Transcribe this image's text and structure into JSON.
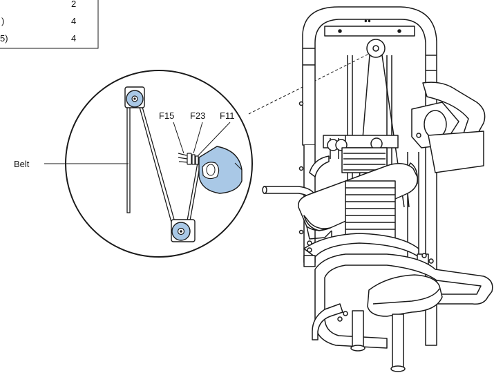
{
  "parts_table": {
    "rows": [
      {
        "name": "",
        "qty": "2"
      },
      {
        "name": ")",
        "qty": "4"
      },
      {
        "name": "5)",
        "qty": "4"
      }
    ]
  },
  "callouts": {
    "belt": "Belt",
    "f15": "F15",
    "f23": "F23",
    "f11": "F11"
  },
  "colors": {
    "highlight": "#a9c8e6",
    "line": "#1a1a1a",
    "frame_fill": "#ffffff"
  }
}
